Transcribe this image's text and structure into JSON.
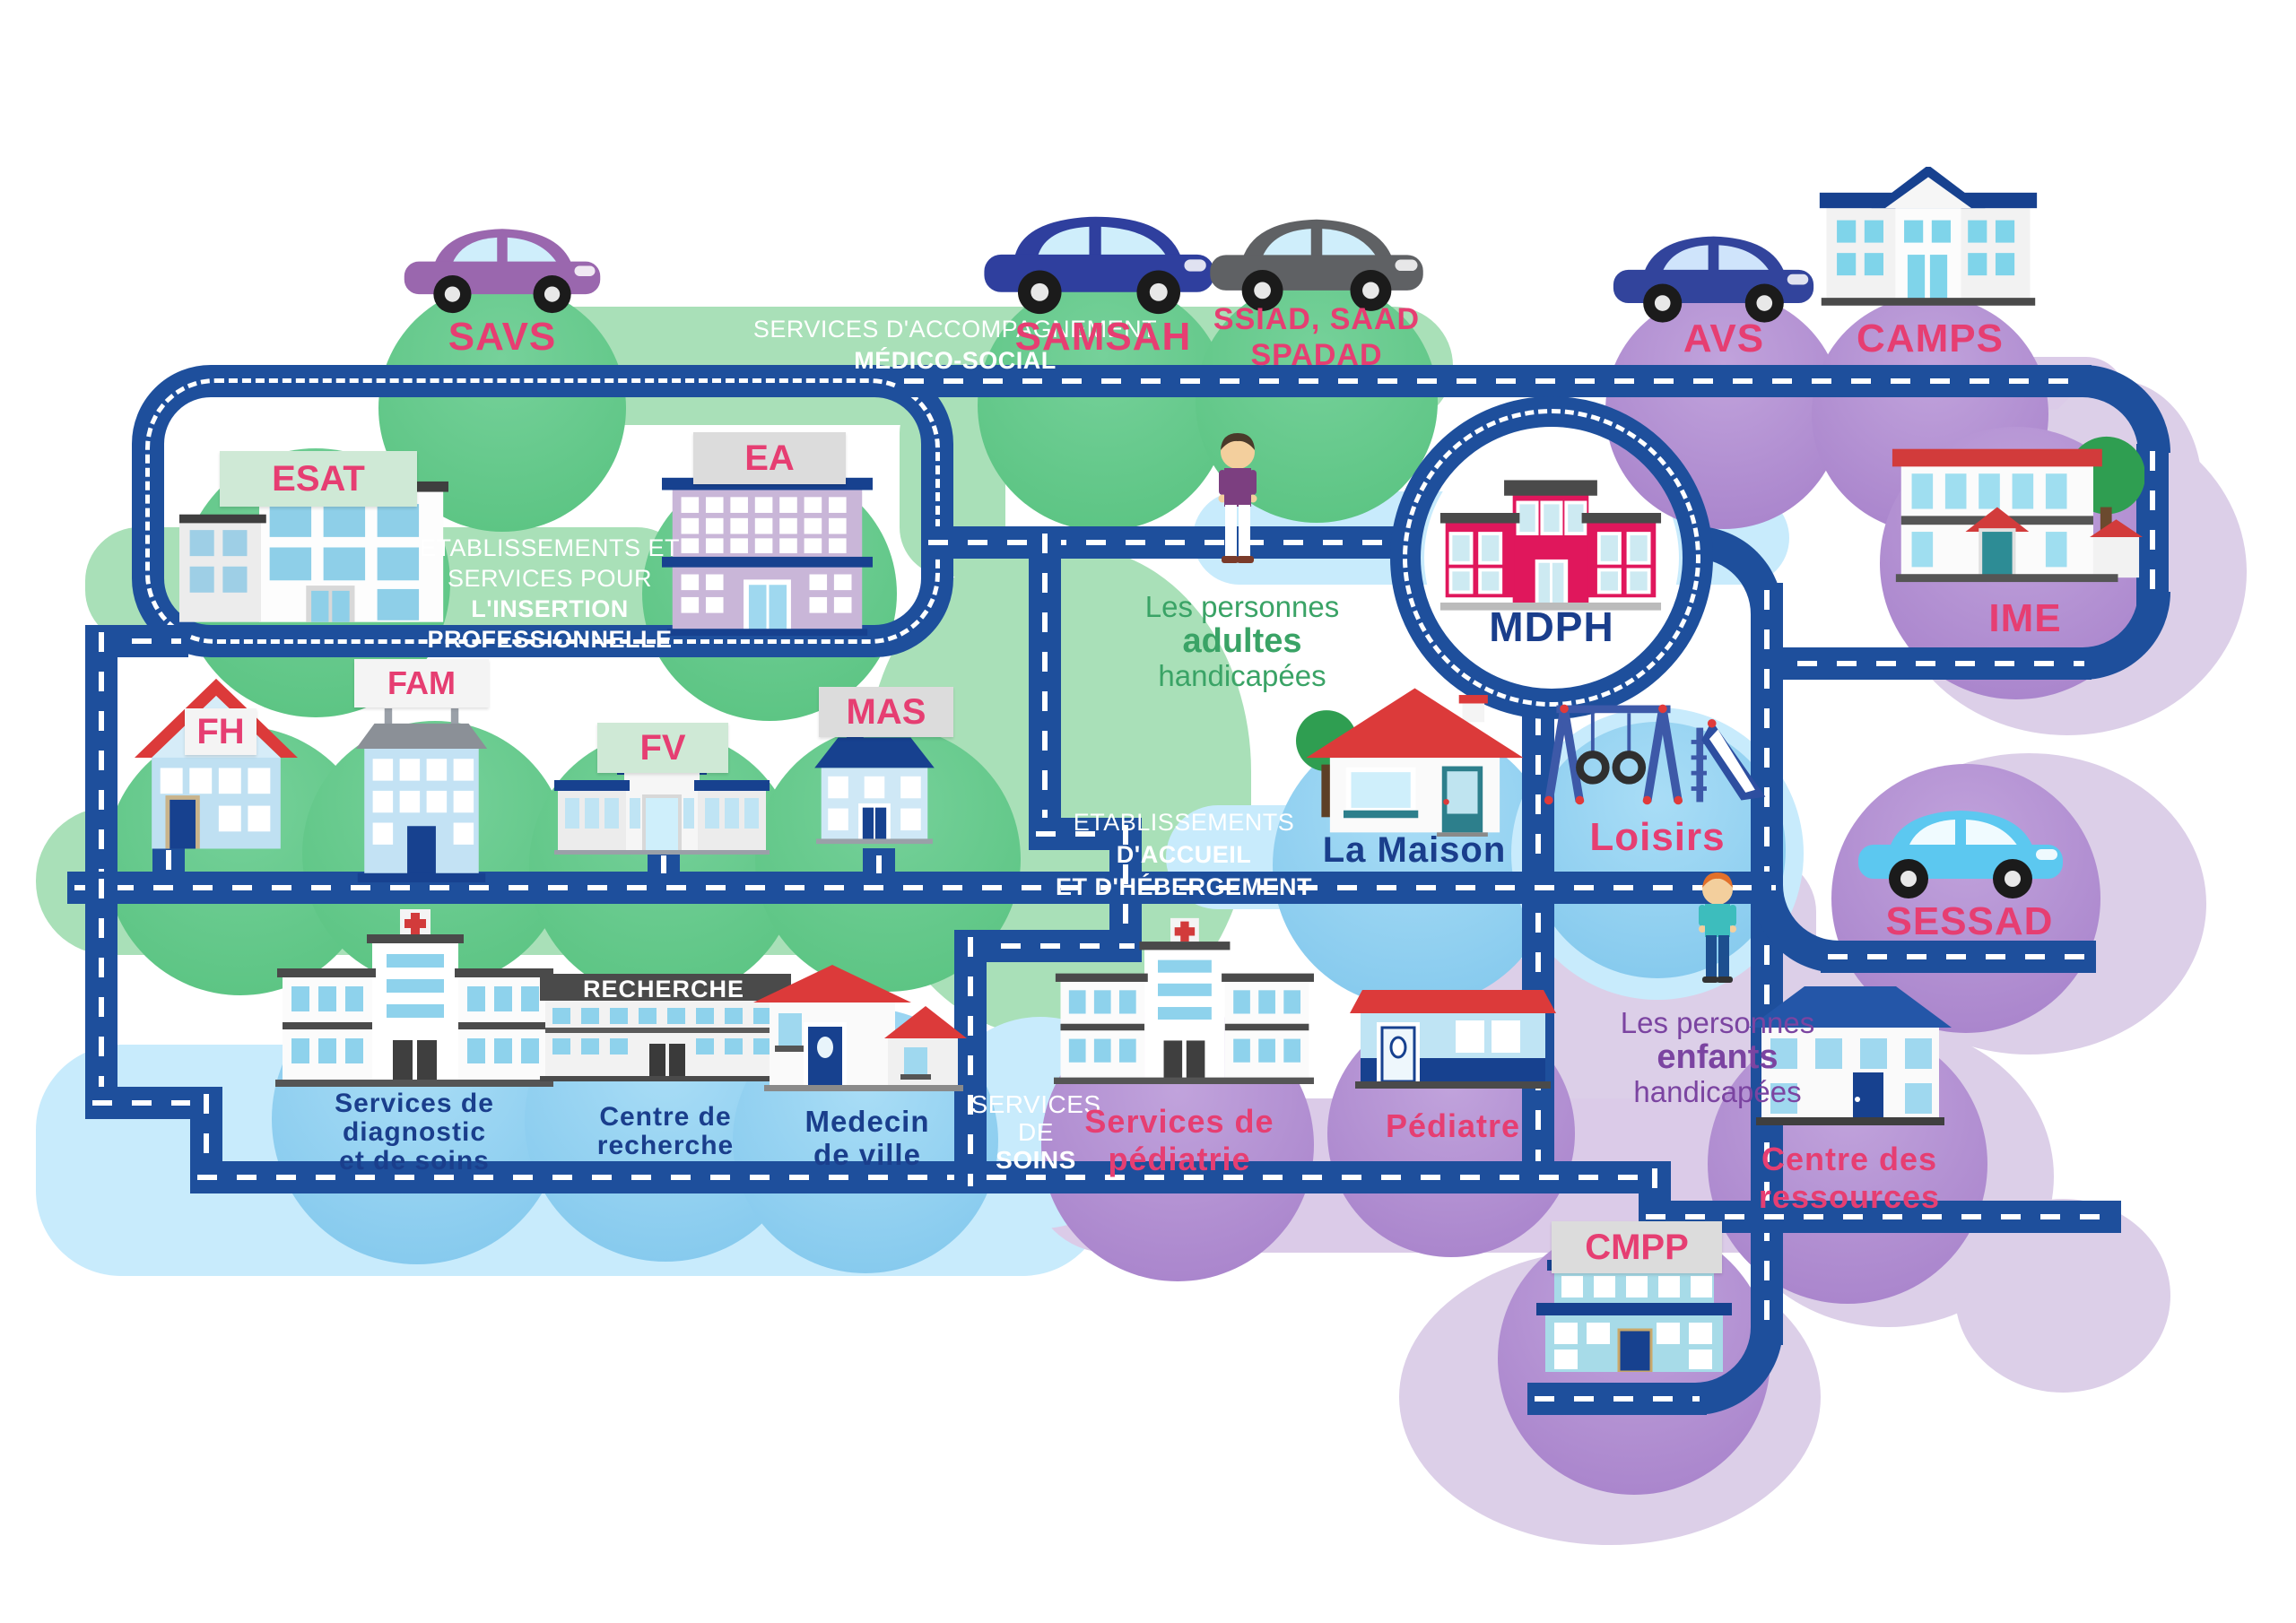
{
  "colors": {
    "road": "#1e4f9c",
    "label_pink": "#e63e72",
    "label_blue": "#1a3e8c",
    "text_green": "#3aa366",
    "text_purple": "#7b44a1",
    "band_green": "#a9e0b8",
    "band_blue": "#c8ebfc",
    "band_purple": "#dbcbe8",
    "mdph_building": "#e0175c"
  },
  "bands": {
    "accompagnement": {
      "line1": "SERVICES D'ACCOMPAGNEMENT",
      "line2": "MÉDICO-SOCIAL"
    },
    "insertion": {
      "line1": "ETABLISSEMENTS ET",
      "line2a": "SERVICES POUR ",
      "line2b": "L'INSERTION",
      "line3": "PROFESSIONNELLE"
    },
    "accueil": {
      "line1a": "ETABLISSEMENTS ",
      "line1b": "D'ACCUEIL",
      "line2": "ET D'HÉBERGEMENT"
    },
    "soins": {
      "line1": "SERVICES",
      "line2a": "DE ",
      "line2b": "SOINS"
    }
  },
  "groups": {
    "adultes": {
      "line1": "Les personnes",
      "line2": "adultes",
      "line3": "handicapées"
    },
    "enfants": {
      "line1": "Les personnes",
      "line2": "enfants",
      "line3": "handicapées"
    }
  },
  "nodes": {
    "savs": {
      "label": "SAVS"
    },
    "samsah": {
      "label": "SAMSAH"
    },
    "ssiad": {
      "line1": "SSIAD, SAAD",
      "line2": "SPADAD"
    },
    "avs": {
      "label": "AVS"
    },
    "camps": {
      "label": "CAMPS"
    },
    "esat": {
      "label": "ESAT"
    },
    "ea": {
      "label": "EA"
    },
    "mdph": {
      "label": "MDPH"
    },
    "ime": {
      "label": "IME"
    },
    "fh": {
      "label": "FH"
    },
    "fam": {
      "label": "FAM"
    },
    "fv": {
      "label": "FV"
    },
    "mas": {
      "label": "MAS"
    },
    "la_maison": {
      "label": "La Maison"
    },
    "loisirs": {
      "label": "Loisirs"
    },
    "sessad": {
      "label": "SESSAD"
    },
    "diagnostic": {
      "line1": "Services de",
      "line2": "diagnostic",
      "line3": "et de soins"
    },
    "recherche": {
      "sign": "RECHERCHE",
      "line1": "Centre de",
      "line2": "recherche"
    },
    "medecin": {
      "line1": "Medecin",
      "line2": "de ville"
    },
    "pediatrie": {
      "line1": "Services de",
      "line2": "pédiatrie"
    },
    "pediatre": {
      "label": "Pédiatre"
    },
    "ressources": {
      "line1": "Centre des",
      "line2": "ressources"
    },
    "cmpp": {
      "label": "CMPP"
    }
  }
}
